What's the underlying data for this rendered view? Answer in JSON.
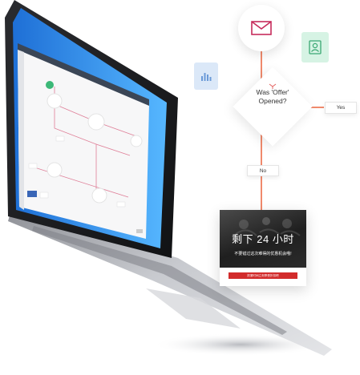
{
  "flow": {
    "decision_line1": "Was 'Offer'",
    "decision_line2": "Opened?",
    "yes_label": "Yes",
    "no_label": "No",
    "email_icon": "envelope-icon",
    "user_icon": "user-card-icon",
    "chart_icon": "bar-chart-icon",
    "split_icon": "split-arrows-icon"
  },
  "promo": {
    "headline": "剩下 24 小时",
    "subtext": "不要错过这次难得的优惠机会哦!",
    "button_label": "抓紧时间立刻享受折扣吧",
    "accent_color": "#d22b2b"
  },
  "colors": {
    "connector": "#f08a6c",
    "laptop_body": "#c9cbd0",
    "screen_bezel": "#1b1c1f",
    "screen_glow": "#3ea0f5"
  }
}
